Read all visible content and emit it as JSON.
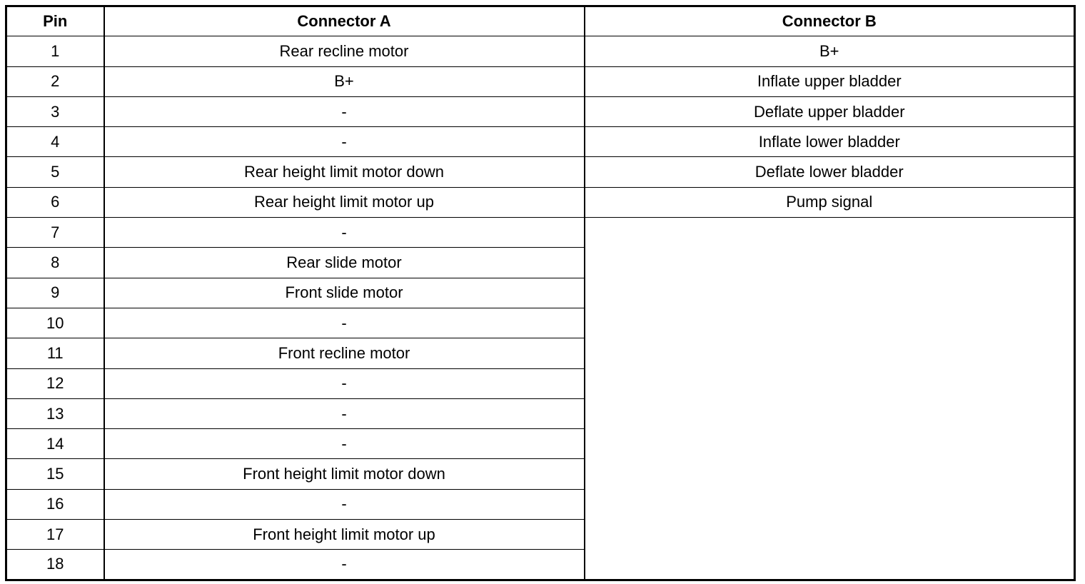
{
  "table": {
    "headers": {
      "pin": "Pin",
      "connector_a": "Connector A",
      "connector_b": "Connector B"
    },
    "rows": [
      {
        "pin": "1",
        "a": "Rear recline motor",
        "b": "B+"
      },
      {
        "pin": "2",
        "a": "B+",
        "b": "Inflate upper bladder"
      },
      {
        "pin": "3",
        "a": "-",
        "b": "Deflate upper bladder"
      },
      {
        "pin": "4",
        "a": "-",
        "b": "Inflate lower bladder"
      },
      {
        "pin": "5",
        "a": "Rear height limit motor down",
        "b": "Deflate lower bladder"
      },
      {
        "pin": "6",
        "a": "Rear height limit motor up",
        "b": "Pump signal"
      },
      {
        "pin": "7",
        "a": "-"
      },
      {
        "pin": "8",
        "a": "Rear slide motor"
      },
      {
        "pin": "9",
        "a": "Front slide motor"
      },
      {
        "pin": "10",
        "a": "-"
      },
      {
        "pin": "11",
        "a": "Front recline motor"
      },
      {
        "pin": "12",
        "a": "-"
      },
      {
        "pin": "13",
        "a": "-"
      },
      {
        "pin": "14",
        "a": "-"
      },
      {
        "pin": "15",
        "a": "Front height limit motor down"
      },
      {
        "pin": "16",
        "a": "-"
      },
      {
        "pin": "17",
        "a": "Front height limit motor up"
      },
      {
        "pin": "18",
        "a": "-"
      }
    ]
  }
}
